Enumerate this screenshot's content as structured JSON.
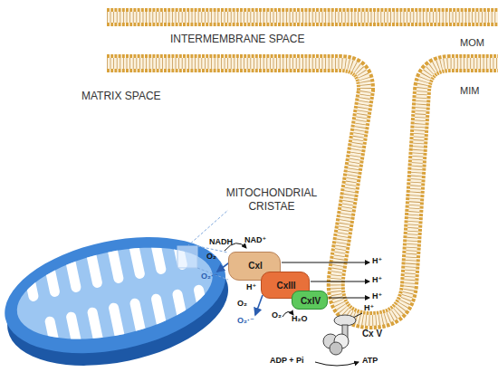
{
  "diagram": {
    "nodes": [
      {
        "text": [
          "CxI"
        ]
      },
      {
        "text": [
          "CxIII"
        ]
      },
      {
        "text": [
          "CxIV"
        ]
      },
      {
        "text": [
          "Cx V"
        ]
      }
    ],
    "labels": [
      "MOM",
      "MIM",
      "INTERMEMBRANE SPACE",
      "MATRIX SPACE",
      "MITOCHONDRIAL CRISTAE",
      "NADH",
      "NAD⁺",
      "O₂",
      "O₂·⁻",
      "O₂",
      "O₂·⁻",
      "H⁺",
      "H⁺",
      "H⁺",
      "H⁺",
      "O₂",
      "H₂O",
      "H⁺",
      "ADP + Pi",
      "ATP"
    ]
  }
}
